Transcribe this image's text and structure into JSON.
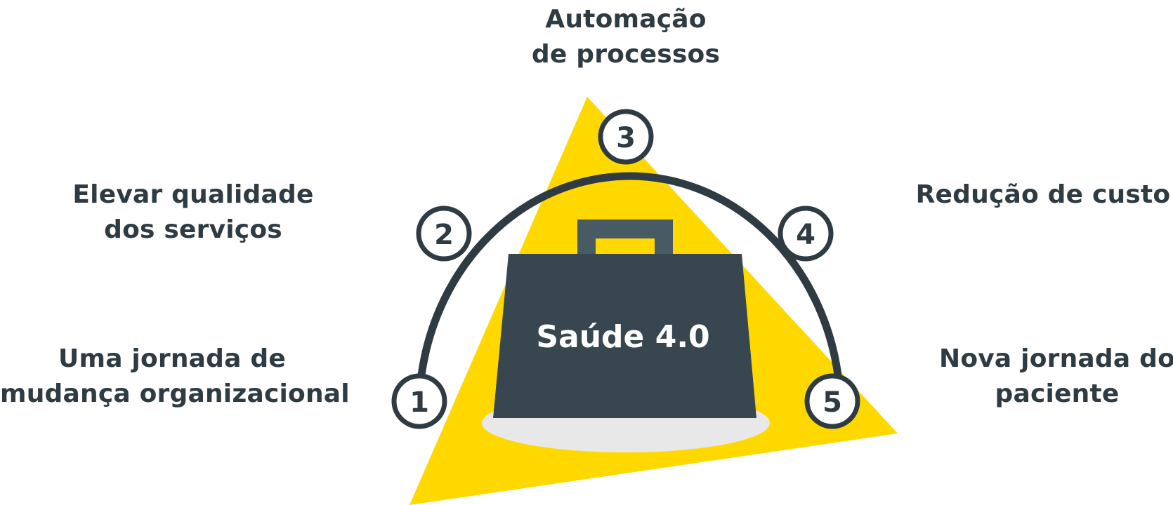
{
  "diagram": {
    "center_label": "Saúde 4.0",
    "steps": [
      {
        "number": "1",
        "lines": [
          "Uma jornada de",
          "mudança organizacional"
        ]
      },
      {
        "number": "2",
        "lines": [
          "Elevar qualidade",
          "dos serviços"
        ]
      },
      {
        "number": "3",
        "lines": [
          "Automação",
          "de processos"
        ]
      },
      {
        "number": "4",
        "lines": [
          "Redução de custo"
        ]
      },
      {
        "number": "5",
        "lines": [
          "Nova jornada do",
          "paciente"
        ]
      }
    ]
  },
  "colors": {
    "accent_yellow": "#ffd800",
    "dark": "#2f3b43",
    "bag_body": "#37464f",
    "bag_handle": "#485a64",
    "shadow": "#e8e8e8",
    "background": "#ffffff"
  }
}
